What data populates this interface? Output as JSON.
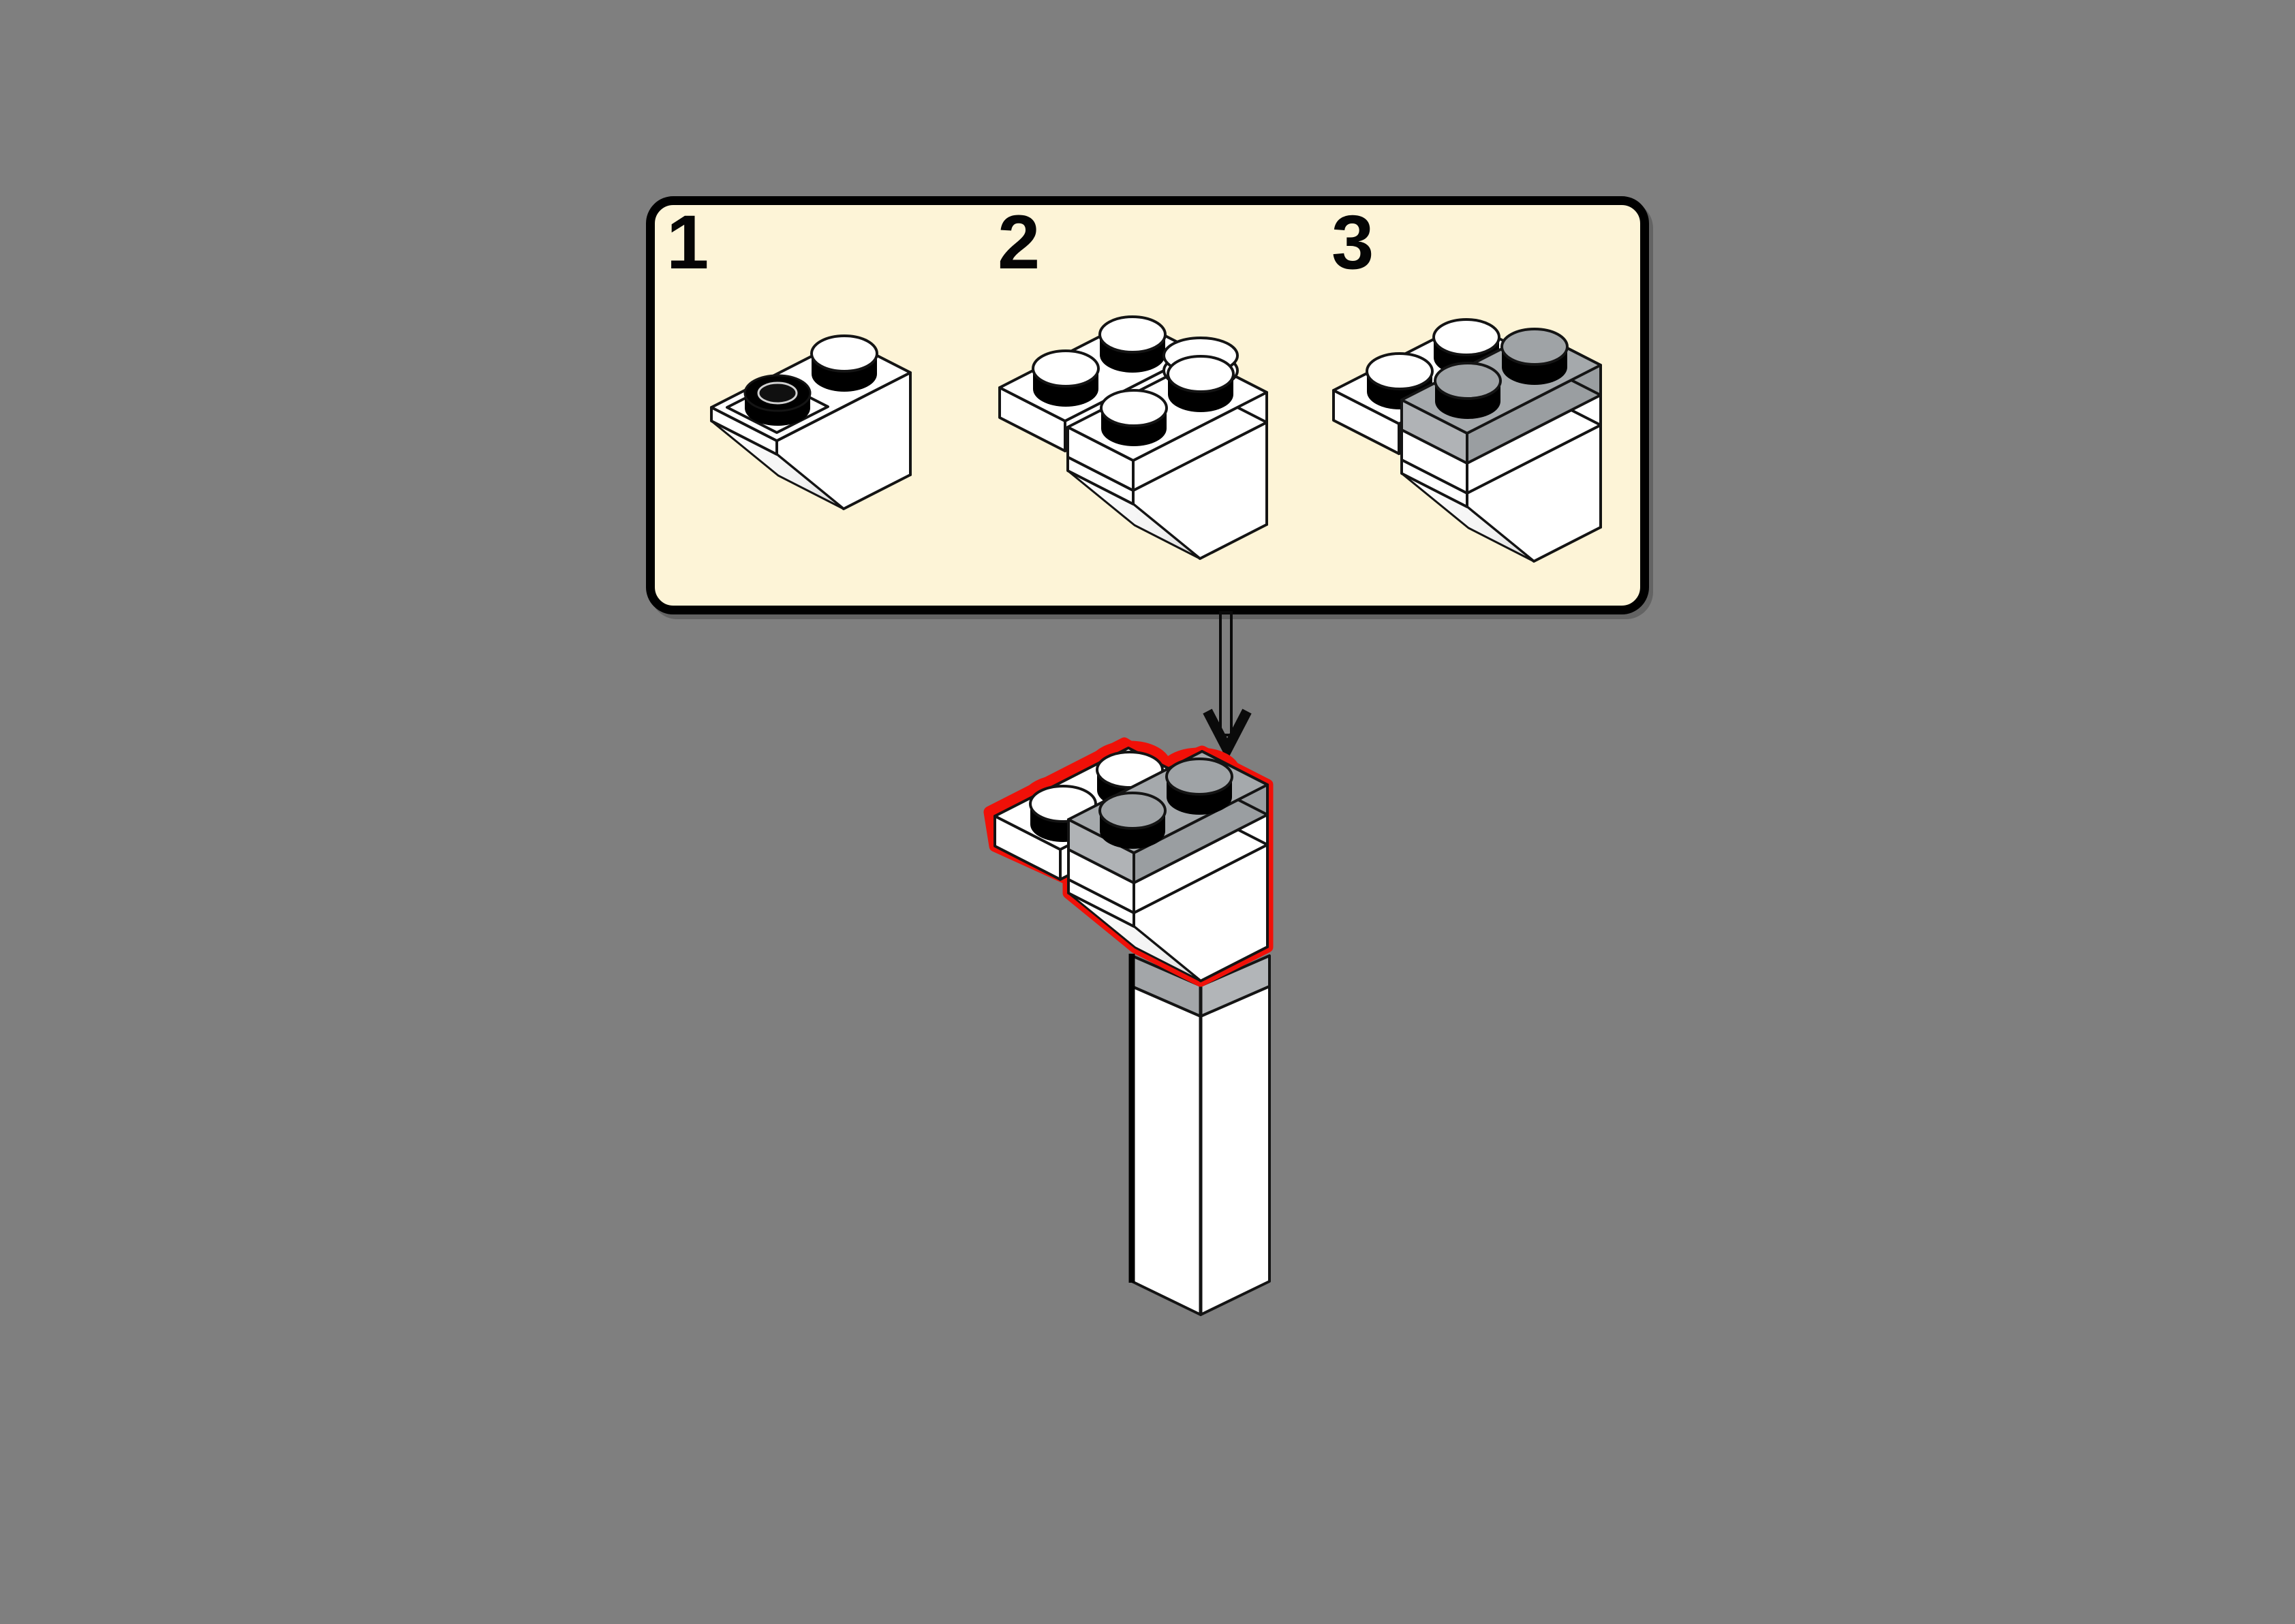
{
  "scene": {
    "kind": "lego-building-instruction-diagram",
    "background_color": "#7F7F7F"
  },
  "panel": {
    "background_color": "#FDF4D7",
    "border_color": "#000000",
    "steps": [
      {
        "label": "1",
        "illustration": "white inverted-slope 1x2 brick with one white stud and one black hollow stud in recess"
      },
      {
        "label": "2",
        "illustration": "white plate added on slope brick, four white studs, ghost stud outline at back right"
      },
      {
        "label": "3",
        "illustration": "gray 1x2 plate added on top, two gray studs and two white studs"
      }
    ]
  },
  "arrow": {
    "icon": "down-arrow-icon",
    "direction": "down",
    "color": "#0A0A0A"
  },
  "model": {
    "highlighted_part": "step-3 sub-assembly",
    "highlight_color": "#F01008",
    "base": "tall white 1x1 column with gray plate band at top"
  },
  "palette": {
    "background_color": "#7F7F7F",
    "panel_background": "#FDF4D7",
    "panel_border": "#000000",
    "outline": "#141414",
    "brick_white": "#FFFFFF",
    "stud_shadow": "#000000",
    "brick_gray_top": "#A5A9AC",
    "brick_gray_front": "#9A9EA1",
    "brick_gray_end": "#B0B3B6",
    "brick_gray_stud": "#9FA3A6",
    "column_band_left": "#A3A6A9",
    "column_band_right": "#B2B5B8",
    "highlight_red": "#F01008",
    "slope_shade": "#D6D6D6",
    "arrow_color": "#0A0A0A"
  }
}
